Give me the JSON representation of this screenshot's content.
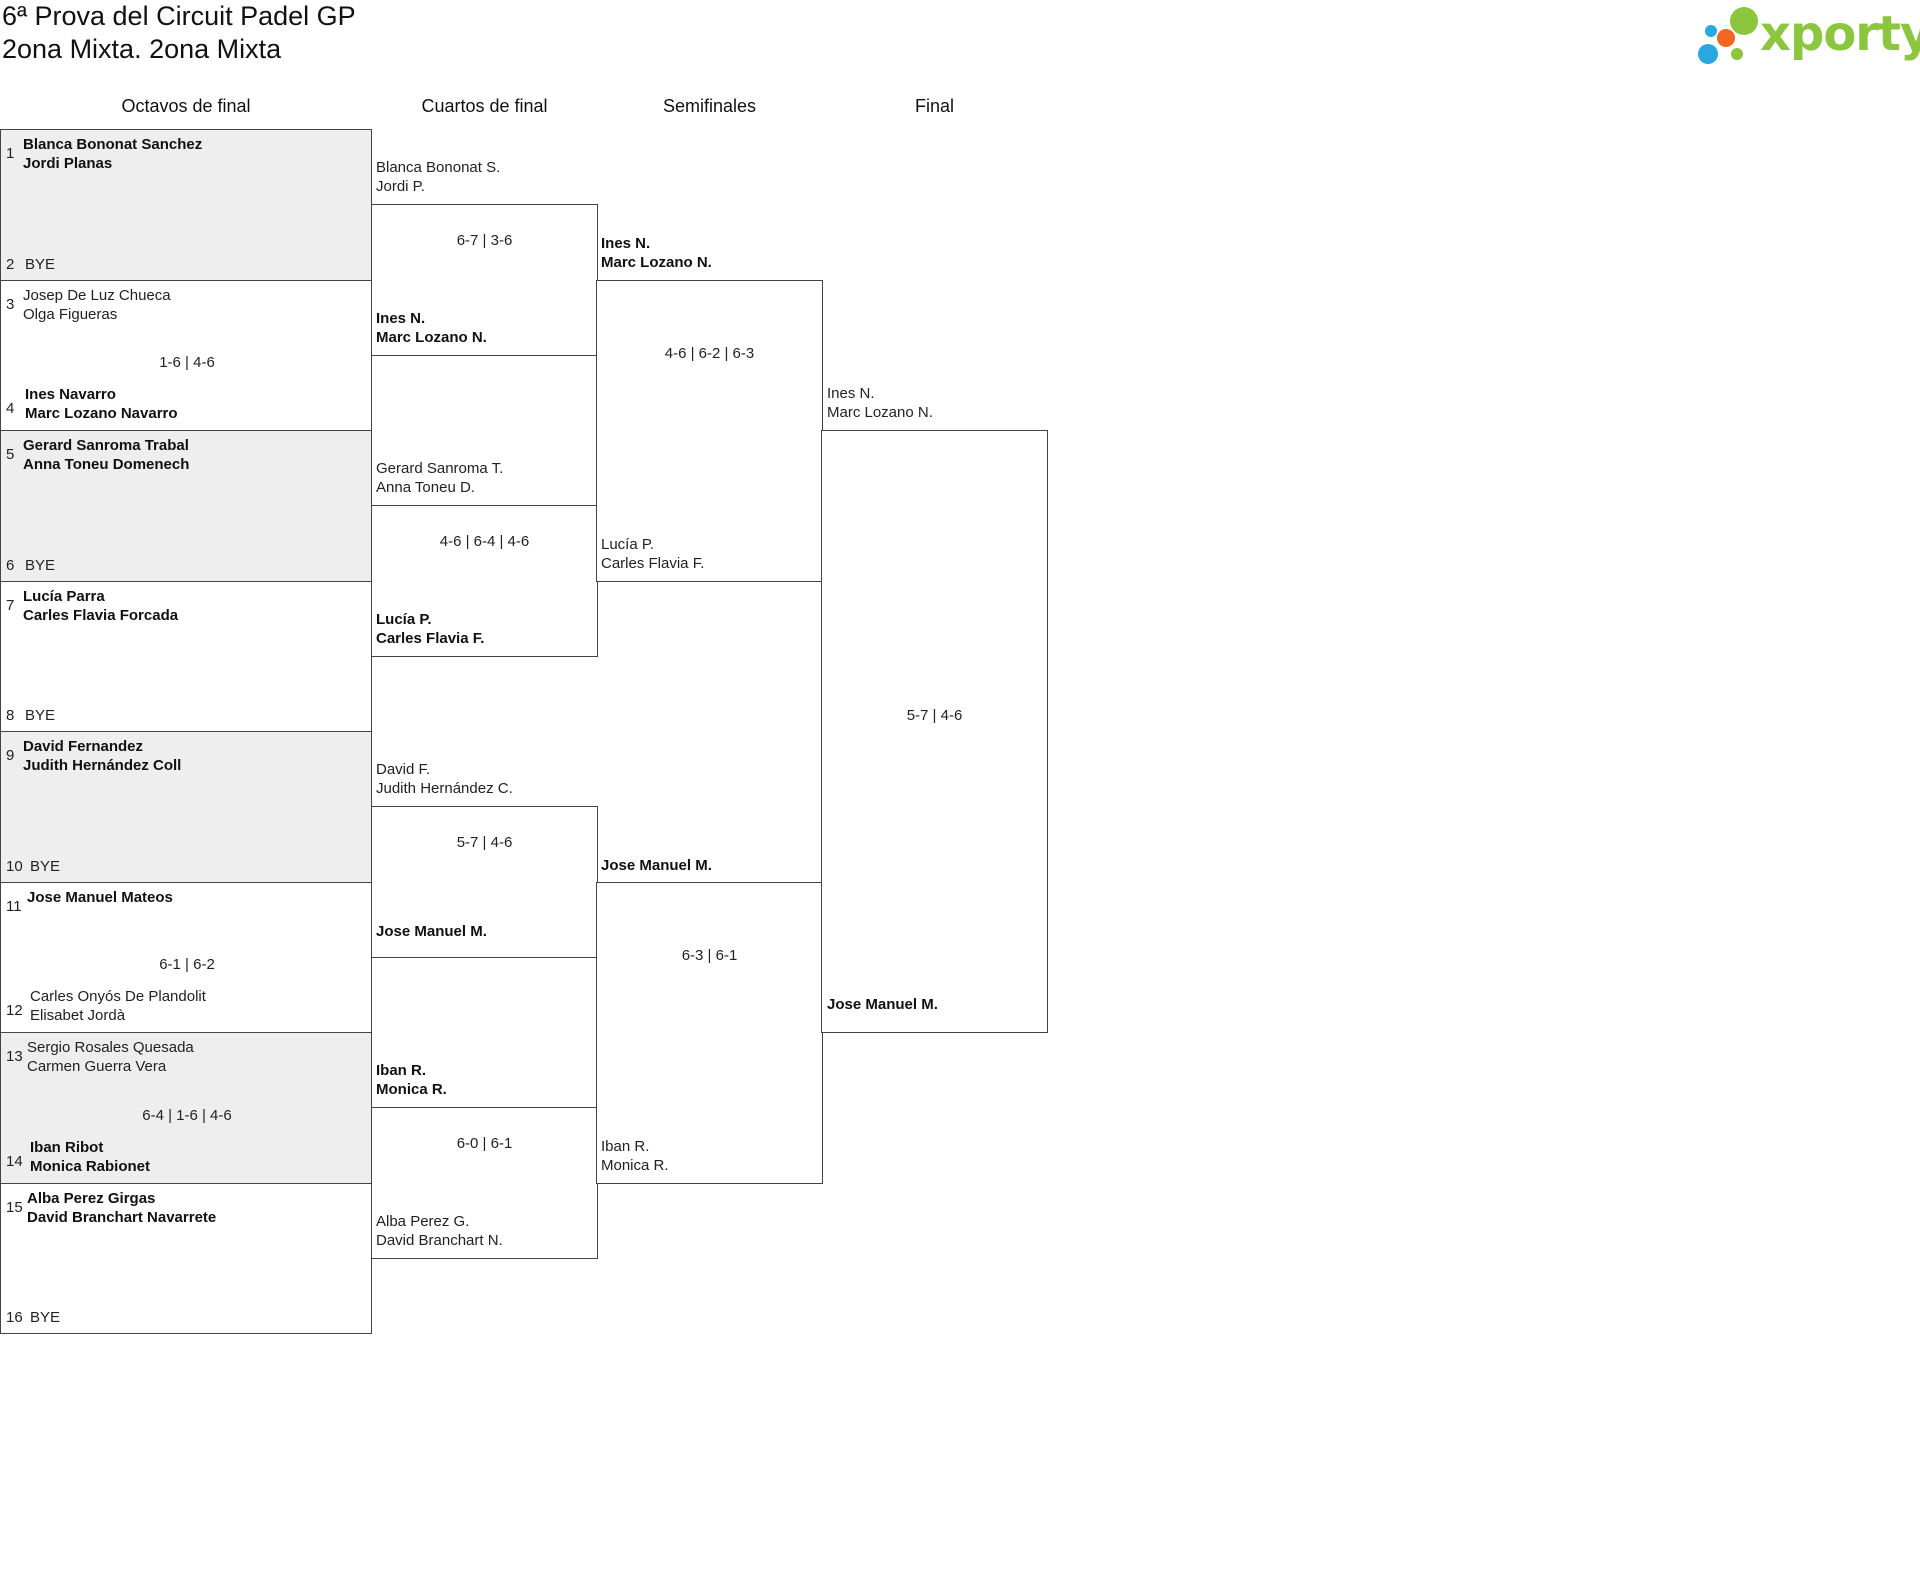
{
  "header": {
    "title_line1": "6ª Prova del Circuit Padel GP",
    "title_line2": "2ona Mixta. 2ona Mixta"
  },
  "brand": {
    "logo_text": "xporty",
    "colors": {
      "green": "#8cc63f",
      "orange": "#f26522",
      "blue": "#29a8e0"
    }
  },
  "rounds": [
    "Octavos de final",
    "Cuartos de final",
    "Semifinales",
    "Final"
  ],
  "octavos": [
    {
      "top": {
        "seed": "1",
        "line1": "Blanca Bononat Sanchez",
        "line2": "Jordi Planas",
        "winner": true
      },
      "bottom": {
        "seed": "2",
        "line1": "BYE",
        "line2": "",
        "winner": false
      },
      "score": "",
      "shaded": true
    },
    {
      "top": {
        "seed": "3",
        "line1": "Josep De Luz Chueca",
        "line2": "Olga Figueras",
        "winner": false
      },
      "bottom": {
        "seed": "4",
        "line1": "Ines Navarro",
        "line2": "Marc Lozano Navarro",
        "winner": true
      },
      "score": "1-6 | 4-6",
      "shaded": false
    },
    {
      "top": {
        "seed": "5",
        "line1": "Gerard Sanroma Trabal",
        "line2": "Anna Toneu Domenech",
        "winner": true
      },
      "bottom": {
        "seed": "6",
        "line1": "BYE",
        "line2": "",
        "winner": false
      },
      "score": "",
      "shaded": true
    },
    {
      "top": {
        "seed": "7",
        "line1": "Lucía Parra",
        "line2": "Carles Flavia Forcada",
        "winner": true
      },
      "bottom": {
        "seed": "8",
        "line1": "BYE",
        "line2": "",
        "winner": false
      },
      "score": "",
      "shaded": false
    },
    {
      "top": {
        "seed": "9",
        "line1": "David Fernandez",
        "line2": "Judith Hernández Coll",
        "winner": true
      },
      "bottom": {
        "seed": "10",
        "line1": "BYE",
        "line2": "",
        "winner": false
      },
      "score": "",
      "shaded": true
    },
    {
      "top": {
        "seed": "11",
        "line1": "Jose Manuel Mateos",
        "line2": "",
        "winner": true
      },
      "bottom": {
        "seed": "12",
        "line1": "Carles Onyós De Plandolit",
        "line2": "Elisabet Jordà",
        "winner": false
      },
      "score": "6-1 | 6-2",
      "shaded": false
    },
    {
      "top": {
        "seed": "13",
        "line1": "Sergio Rosales Quesada",
        "line2": "Carmen Guerra Vera",
        "winner": false
      },
      "bottom": {
        "seed": "14",
        "line1": "Iban Ribot",
        "line2": "Monica Rabionet",
        "winner": true
      },
      "score": "6-4 | 1-6 | 4-6",
      "shaded": true
    },
    {
      "top": {
        "seed": "15",
        "line1": "Alba Perez Girgas",
        "line2": "David Branchart Navarrete",
        "winner": true
      },
      "bottom": {
        "seed": "16",
        "line1": "BYE",
        "line2": "",
        "winner": false
      },
      "score": "",
      "shaded": false
    }
  ],
  "cuartos": [
    {
      "top": {
        "line1": "Blanca Bononat S.",
        "line2": "Jordi P.",
        "winner": false
      },
      "bottom": {
        "line1": "Ines N.",
        "line2": "Marc Lozano N.",
        "winner": true
      },
      "score": "6-7 | 3-6"
    },
    {
      "top": {
        "line1": "Gerard Sanroma T.",
        "line2": "Anna Toneu D.",
        "winner": false
      },
      "bottom": {
        "line1": "Lucía P.",
        "line2": "Carles Flavia F.",
        "winner": true
      },
      "score": "4-6 | 6-4 | 4-6"
    },
    {
      "top": {
        "line1": "David F.",
        "line2": "Judith Hernández C.",
        "winner": false
      },
      "bottom": {
        "line1": "Jose Manuel M.",
        "line2": "",
        "winner": true
      },
      "score": "5-7 | 4-6"
    },
    {
      "top": {
        "line1": "Iban R.",
        "line2": "Monica R.",
        "winner": true
      },
      "bottom": {
        "line1": "Alba Perez G.",
        "line2": "David Branchart N.",
        "winner": false
      },
      "score": "6-0 | 6-1"
    }
  ],
  "semis": [
    {
      "top": {
        "line1": "Ines N.",
        "line2": "Marc Lozano N.",
        "winner": true
      },
      "bottom": {
        "line1": "Lucía P.",
        "line2": "Carles Flavia F.",
        "winner": false
      },
      "score": "4-6 | 6-2 | 6-3"
    },
    {
      "top": {
        "line1": "Jose Manuel M.",
        "line2": "",
        "winner": true
      },
      "bottom": {
        "line1": "Iban R.",
        "line2": "Monica R.",
        "winner": false
      },
      "score": "6-3 | 6-1"
    }
  ],
  "final": {
    "top": {
      "line1": "Ines N.",
      "line2": "Marc Lozano N.",
      "winner": false
    },
    "bottom": {
      "line1": "Jose Manuel M.",
      "line2": "",
      "winner": true
    },
    "score": "5-7 | 4-6"
  }
}
